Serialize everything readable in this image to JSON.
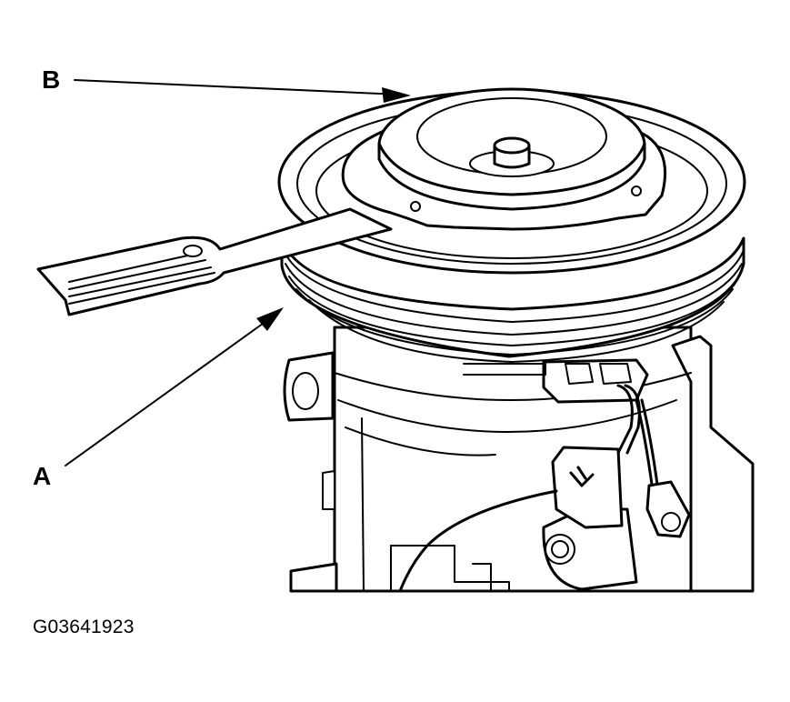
{
  "callouts": {
    "a": "A",
    "b": "B"
  },
  "figure_id": "G03641923",
  "icons": [
    "compressor-body-icon",
    "pulley-icon",
    "clutch-plate-icon",
    "holder-tool-icon",
    "wire-harness-icon",
    "arrow-icon"
  ],
  "colors": {
    "line": "#000000",
    "background": "#ffffff"
  }
}
